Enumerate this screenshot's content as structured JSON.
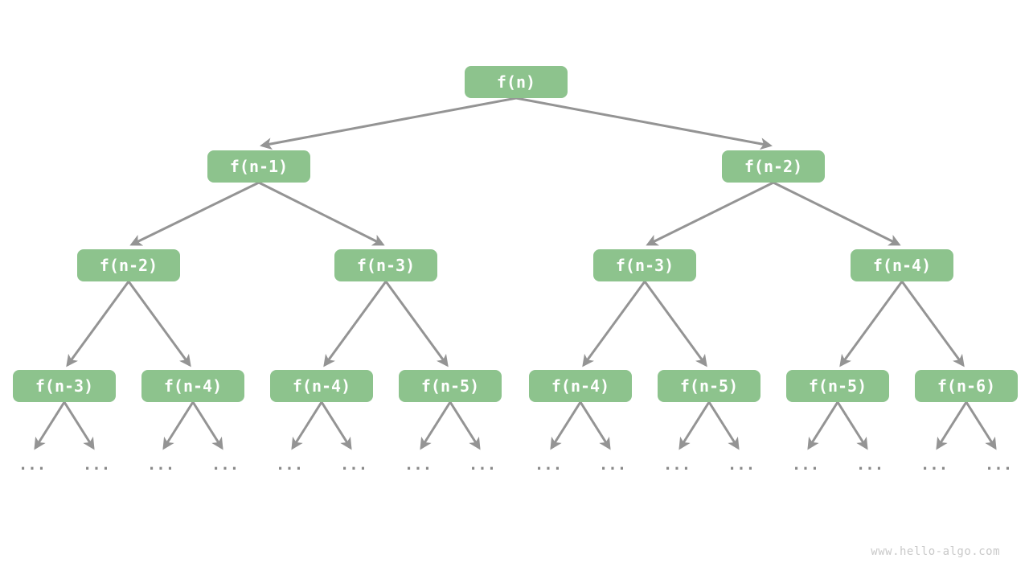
{
  "page": {
    "watermark": "www.hello-algo.com"
  },
  "palette": {
    "node_fill": "#8dc38d",
    "node_text": "#ffffff",
    "edge": "#949494",
    "ellipsis": "#8a8a8a",
    "watermark": "#c9c9c9",
    "page_bg": "#ffffff"
  },
  "tree": {
    "description": "recursion-tree",
    "ellipsis_label": "...",
    "levels": [
      {
        "nodes": [
          {
            "label": "f(n)"
          }
        ]
      },
      {
        "nodes": [
          {
            "label": "f(n-1)"
          },
          {
            "label": "f(n-2)"
          }
        ]
      },
      {
        "nodes": [
          {
            "label": "f(n-2)"
          },
          {
            "label": "f(n-3)"
          },
          {
            "label": "f(n-3)"
          },
          {
            "label": "f(n-4)"
          }
        ]
      },
      {
        "nodes": [
          {
            "label": "f(n-3)"
          },
          {
            "label": "f(n-4)"
          },
          {
            "label": "f(n-4)"
          },
          {
            "label": "f(n-5)"
          },
          {
            "label": "f(n-4)"
          },
          {
            "label": "f(n-5)"
          },
          {
            "label": "f(n-5)"
          },
          {
            "label": "f(n-6)"
          }
        ]
      }
    ]
  }
}
